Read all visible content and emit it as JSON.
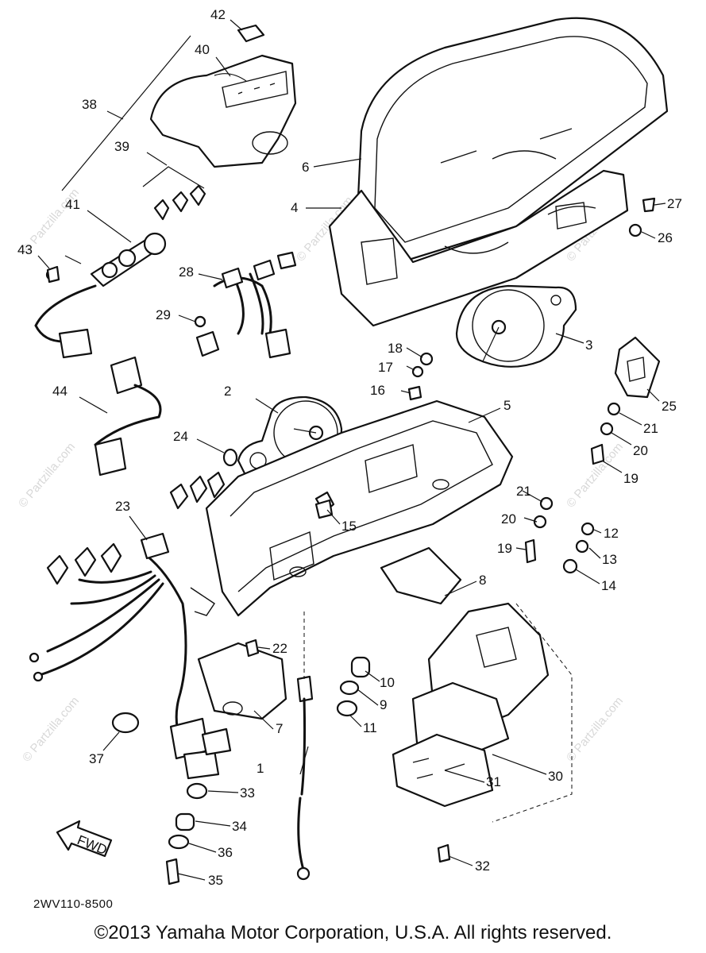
{
  "diagram": {
    "code": "2WV110-8500",
    "copyright": "©2013 Yamaha Motor Corporation, U.S.A. All rights reserved.",
    "watermark": "© Partzilla.com",
    "fwd_label": "FWD",
    "callouts": [
      "1",
      "2",
      "3",
      "4",
      "5",
      "6",
      "7",
      "8",
      "9",
      "10",
      "11",
      "12",
      "13",
      "14",
      "15",
      "16",
      "17",
      "18",
      "19",
      "20",
      "21",
      "22",
      "23",
      "24",
      "25",
      "26",
      "27",
      "28",
      "29",
      "30",
      "31",
      "32",
      "33",
      "34",
      "35",
      "36",
      "37",
      "38",
      "39",
      "40",
      "41",
      "42",
      "43",
      "44"
    ]
  }
}
